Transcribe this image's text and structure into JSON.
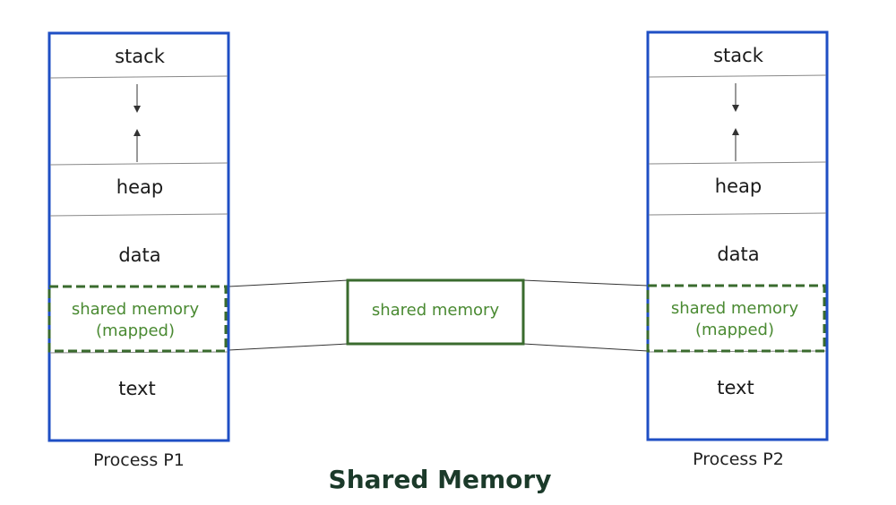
{
  "diagram": {
    "title": "Shared Memory",
    "process_1": {
      "label": "Process P1",
      "segments": {
        "stack": "stack",
        "heap": "heap",
        "data": "data",
        "shared_line1": "shared memory",
        "shared_line2": "(mapped)",
        "text": "text"
      }
    },
    "process_2": {
      "label": "Process P2",
      "segments": {
        "stack": "stack",
        "heap": "heap",
        "data": "data",
        "shared_line1": "shared memory",
        "shared_line2": "(mapped)",
        "text": "text"
      }
    },
    "shared_block": {
      "label": "shared memory"
    },
    "colors": {
      "process_border": "#1f4fc4",
      "shared_border": "#3a6b2e",
      "shared_text": "#4a8a32",
      "divider": "#888888",
      "title": "#1b3a2a"
    }
  }
}
